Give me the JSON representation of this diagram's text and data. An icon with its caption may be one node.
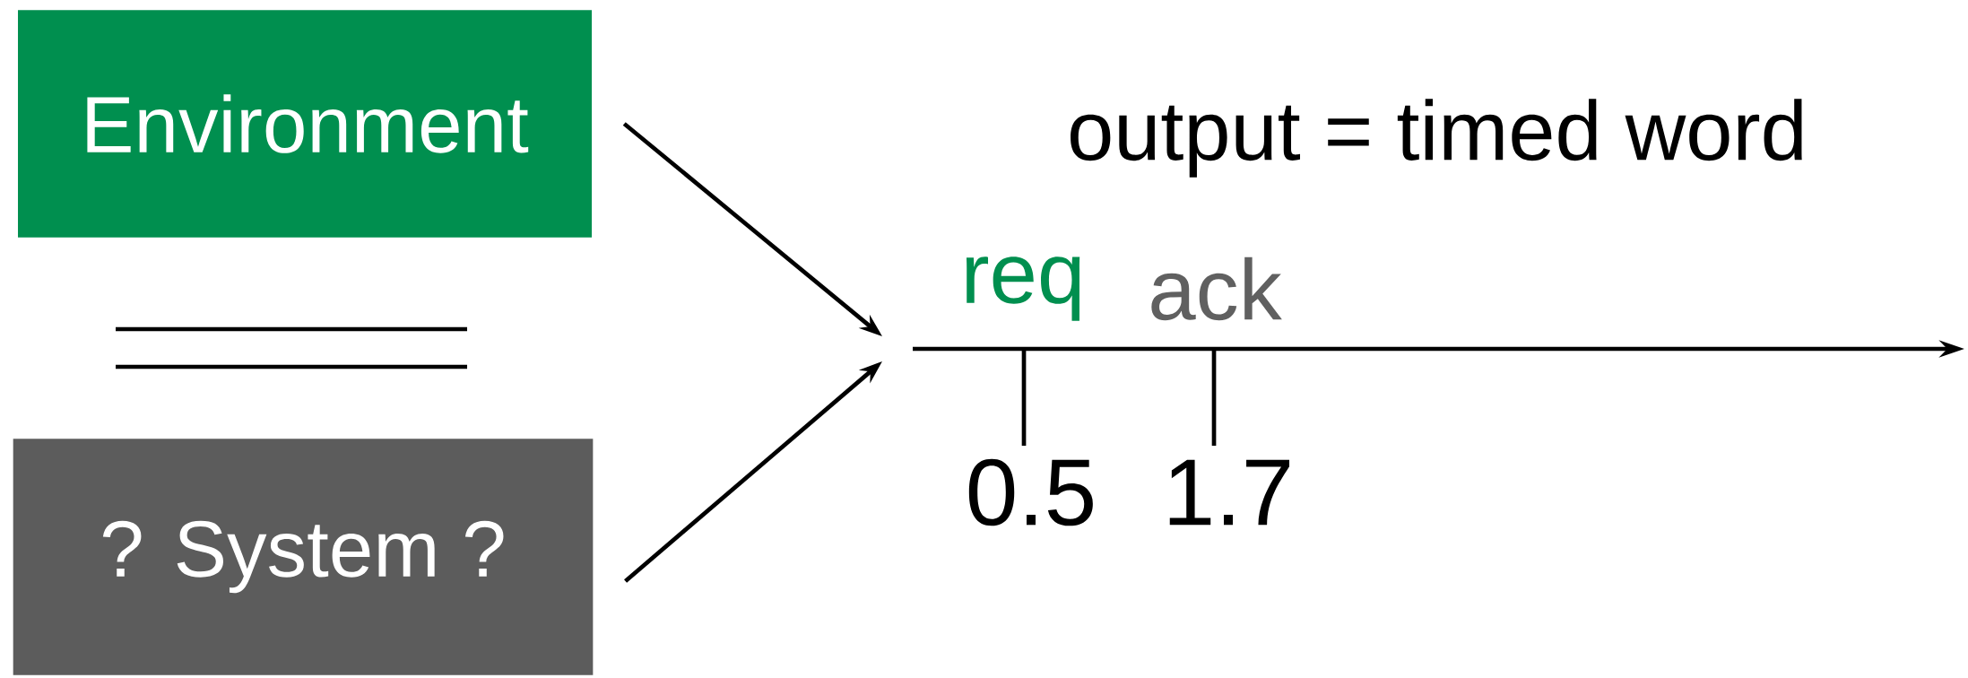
{
  "diagram": {
    "nodes": [
      {
        "text": [
          "Environment"
        ]
      },
      {
        "text": [
          "? System ?"
        ]
      }
    ],
    "edges": [
      {
        "from": 0,
        "to": null,
        "arrow": "to"
      },
      {
        "from": 1,
        "to": null,
        "arrow": "to"
      }
    ],
    "labels": [
      "output = timed word",
      "req",
      "ack",
      "0.5",
      "1.7"
    ]
  }
}
